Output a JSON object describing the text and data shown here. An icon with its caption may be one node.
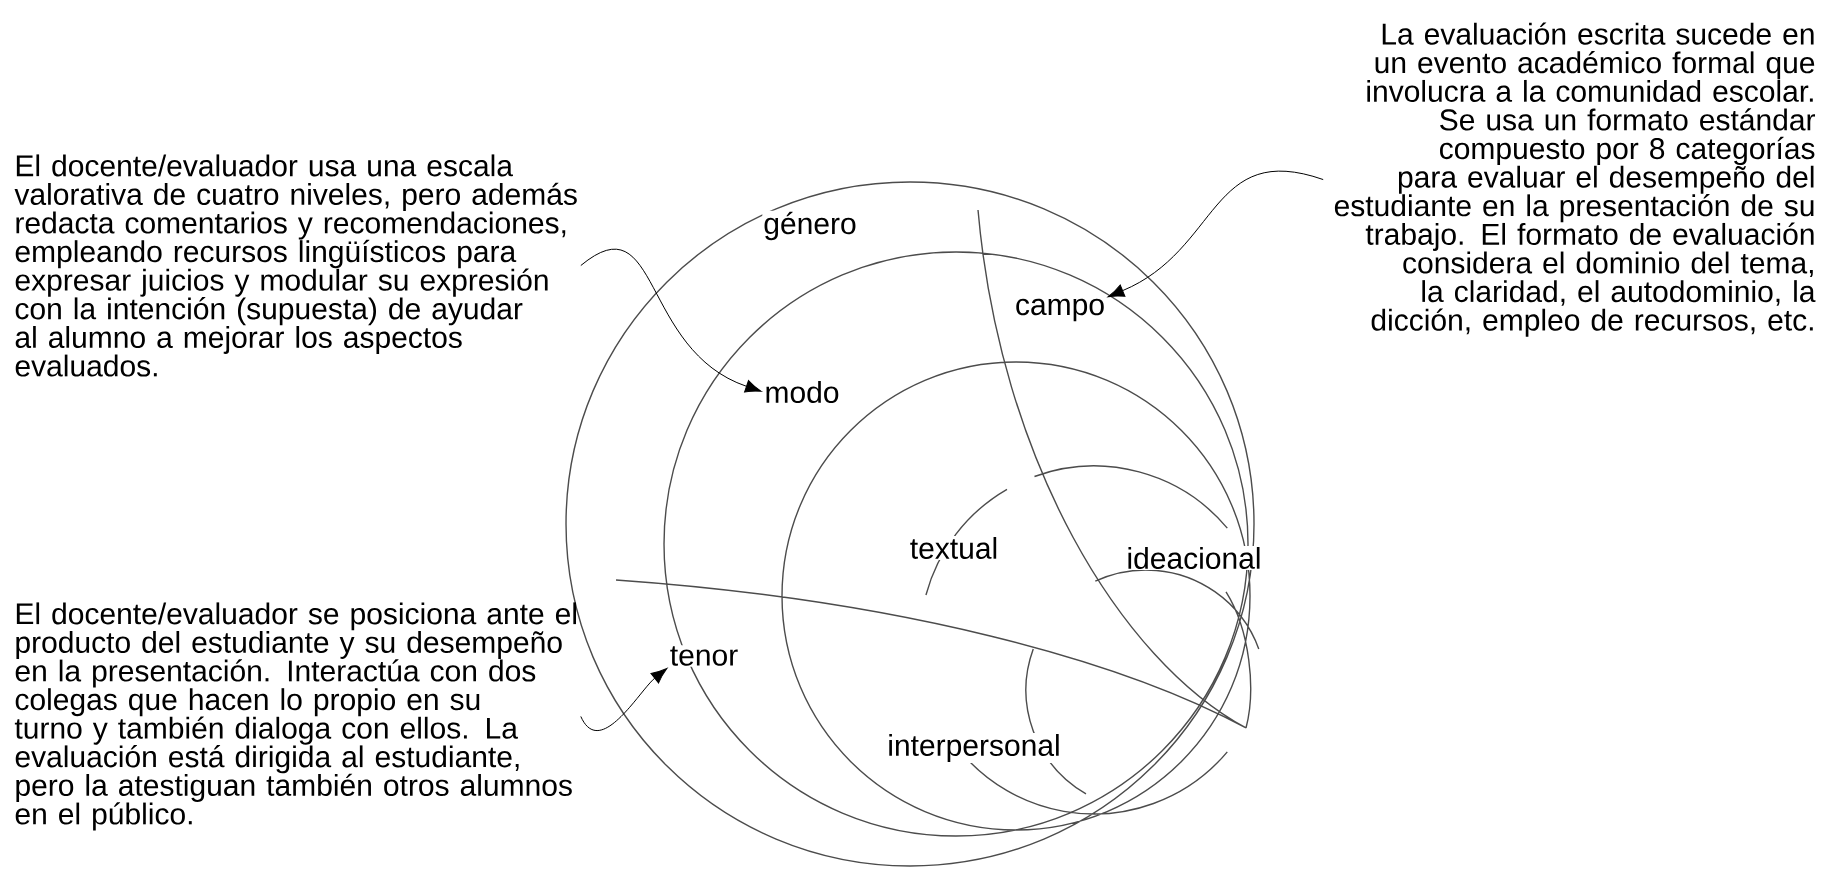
{
  "diagram": {
    "nodes": [
      {
        "text": [
          "La evaluación escrita sucede en un evento académico formal que involucra a la comunidad escolar. Se usa un formato estándar compuesto por 8 categorías para evaluar el desempeño del estudiante en la presentación de su trabajo. El formato de evaluación considera el dominio del tema, la claridad, el autodominio, la dicción, empleo de recursos, etc."
        ]
      },
      {
        "text": [
          "El docente/evaluador usa una escala valorativa de cuatro niveles, pero además redacta comentarios y recomendaciones, empleando recursos lingüísticos para expresar juicios y modular su expresión con la intención (supuesta) de ayudar al alumno a mejorar los aspectos evaluados."
        ]
      },
      {
        "text": [
          "campo"
        ]
      },
      {
        "text": [
          "modo"
        ]
      },
      {
        "text": [
          "tenor"
        ]
      },
      {
        "text": [
          "El docente/evaluador se posiciona ante el producto del estudiante y su desempeño en la presentación. Interactúa con dos colegas que hacen lo propio en su turno y también dialoga con ellos. La evaluación está dirigida al estudiante, pero la atestiguan también otros alumnos en el público."
        ]
      }
    ],
    "edges": [
      {
        "from": 0,
        "to": 2,
        "arrow": "to"
      },
      {
        "from": 1,
        "to": 3,
        "arrow": "to"
      },
      {
        "from": 5,
        "to": 4,
        "arrow": "to"
      }
    ],
    "labels": [
      "género",
      "textual",
      "ideacional",
      "interpersonal"
    ]
  }
}
